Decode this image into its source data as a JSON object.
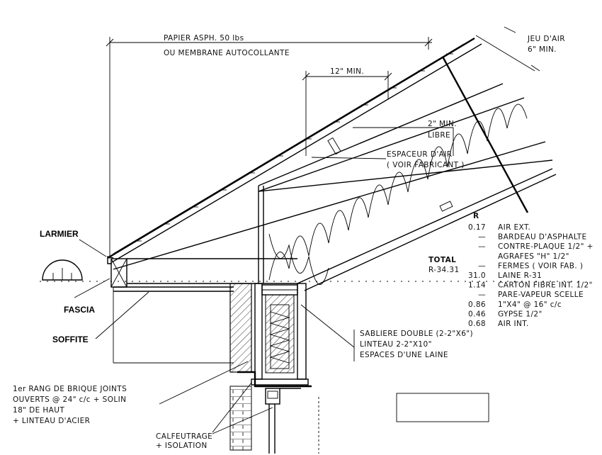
{
  "labels": {
    "papier_line1": "PAPIER ASPH. 50 lbs",
    "papier_line2": "OU MEMBRANE AUTOCOLLANTE",
    "twelve_min": "12\" MIN.",
    "jeu_line1": "JEU D'AIR",
    "jeu_line2": "6\" MIN.",
    "libre_line1": "2\" MIN.",
    "libre_line2": "LIBRE",
    "espaceur_line1": "ESPACEUR D'AIR",
    "espaceur_line2": "( VOIR FABRICANT )",
    "larmier": "LARMIER",
    "fascia": "FASCIA",
    "soffite": "SOFFITE",
    "total_title": "TOTAL",
    "total_value": "R-34.31",
    "sabliere_line1": "SABLIERE DOUBLE (2-2\"X6\")",
    "sabliere_line2": "LINTEAU 2-2\"X10\"",
    "sabliere_line3": "ESPACES D'UNE LAINE",
    "brique_line1": "1er RANG DE BRIQUE JOINTS",
    "brique_line2": "OUVERTS @ 24\" c/c + SOLIN",
    "brique_line3": "18\" DE HAUT",
    "brique_line4": "+ LINTEAU D'ACIER",
    "calf_line1": "CALFEUTRAGE",
    "calf_line2": "+ ISOLATION"
  },
  "r_table": {
    "header": "R",
    "rows": [
      {
        "r": "0.17",
        "layer": "AIR EXT."
      },
      {
        "r": "—",
        "layer": "BARDEAU D'ASPHALTE"
      },
      {
        "r": "—",
        "layer": "CONTRE-PLAQUE 1/2\" +"
      },
      {
        "r": "",
        "layer": "AGRAFES \"H\" 1/2\""
      },
      {
        "r": "—",
        "layer": "FERMES ( VOIR FAB. )"
      },
      {
        "r": "31.0",
        "layer": "LAINE R-31"
      },
      {
        "r": "1.14",
        "layer": "CARTON FIBRE INT. 1/2\""
      },
      {
        "r": "—",
        "layer": "PARE-VAPEUR SCELLE"
      },
      {
        "r": "0.86",
        "layer": "1\"X4\" @ 16\" c/c"
      },
      {
        "r": "0.46",
        "layer": "GYPSE 1/2\""
      },
      {
        "r": "0.68",
        "layer": "AIR INT."
      }
    ]
  }
}
